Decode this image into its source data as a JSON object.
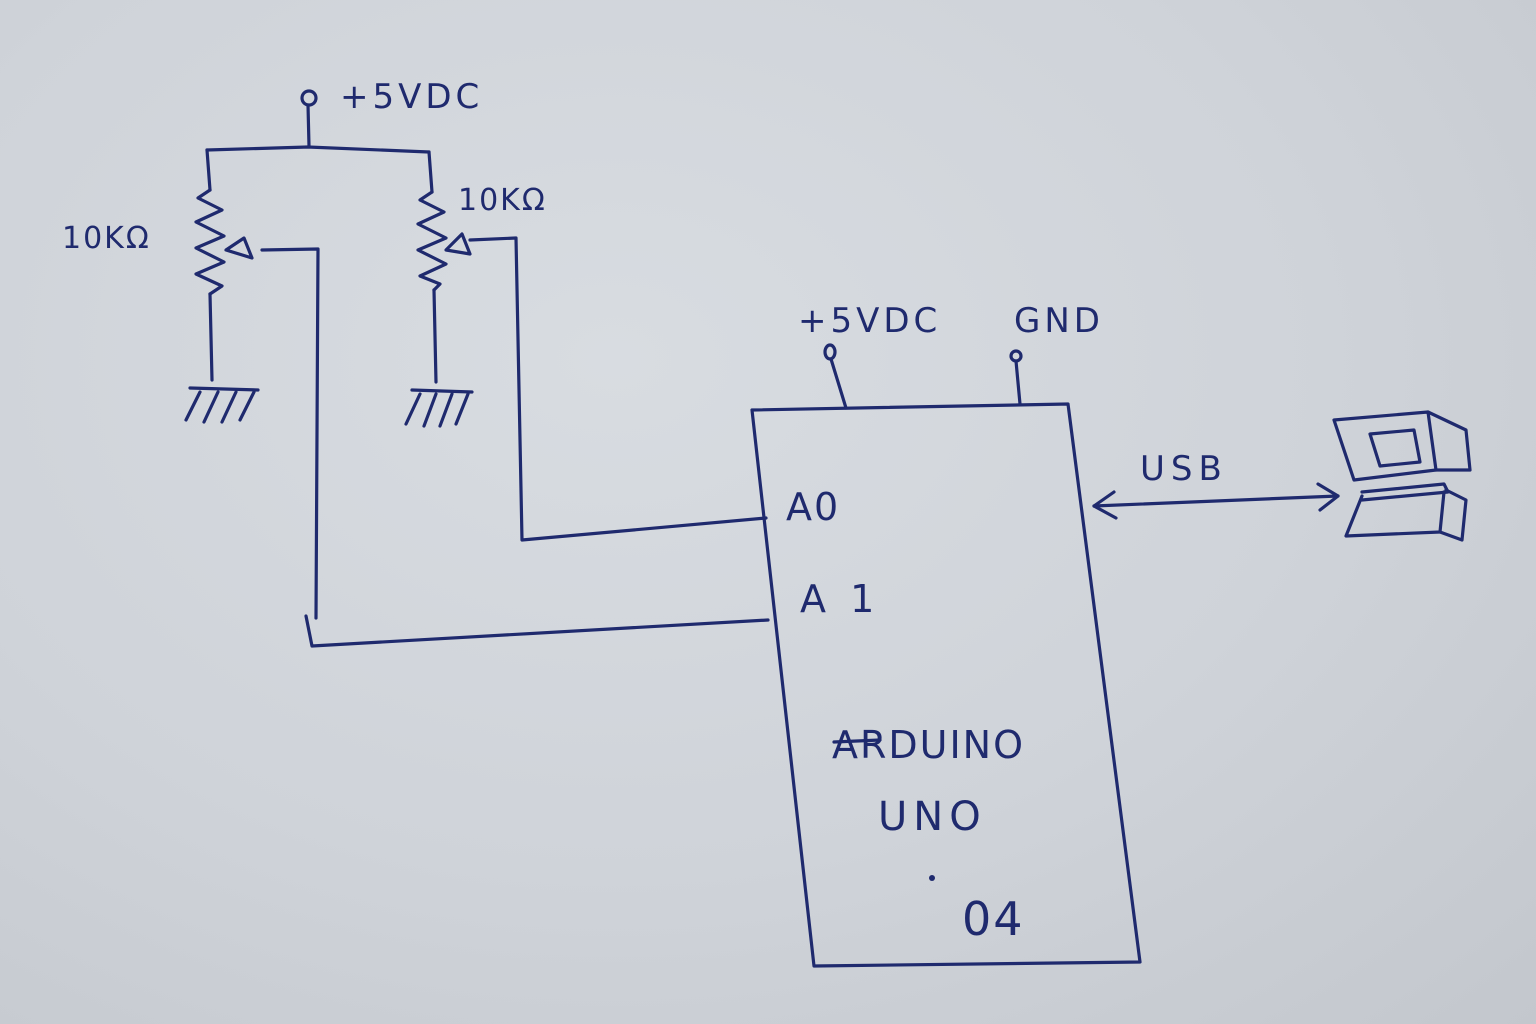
{
  "supply_top": "+5VDC",
  "pot_left_label": "10KΩ",
  "pot_right_label": "10KΩ",
  "board_supply": "+5VDC",
  "board_gnd": "GND",
  "pin_a0": "A0",
  "pin_a1": "A 1",
  "board_name_line1": "ARDUINO",
  "board_name_line2": "UNO",
  "board_suffix": "04",
  "link_label": "USB",
  "ink_color": "#1f2a6e"
}
